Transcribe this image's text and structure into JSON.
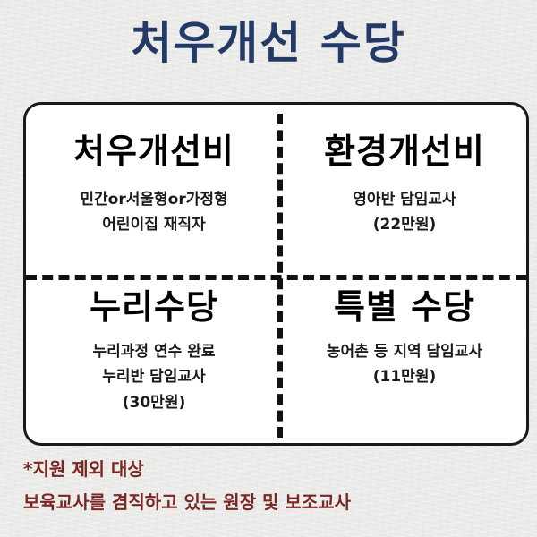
{
  "title": "처우개선 수당",
  "colors": {
    "title": "#243a66",
    "note": "#7a2622",
    "card_border": "#1a1a1a"
  },
  "quadrants": {
    "top_left": {
      "title": "처우개선비",
      "lines": [
        "민간or서울형or가정형",
        "어린이집 재직자"
      ]
    },
    "top_right": {
      "title": "환경개선비",
      "lines": [
        "영아반 담임교사",
        "(22만원)"
      ]
    },
    "bottom_left": {
      "title": "누리수당",
      "lines": [
        "누리과정 연수 완료",
        "누리반 담임교사",
        "(30만원)"
      ]
    },
    "bottom_right": {
      "title": "특별 수당",
      "lines": [
        "농어촌 등 지역 담임교사",
        "(11만원)"
      ]
    }
  },
  "notes": [
    "*지원 제외 대상",
    "보육교사를 겸직하고 있는 원장 및 보조교사"
  ]
}
